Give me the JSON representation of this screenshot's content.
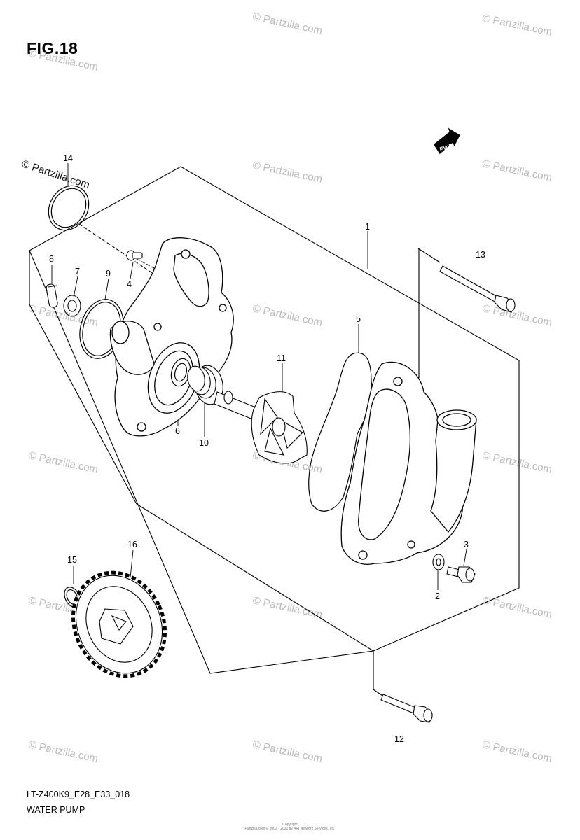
{
  "figure": {
    "title": "FIG.18"
  },
  "footer": {
    "model_code": "LT-Z400K9_E28_E33_018",
    "section_name": "WATER PUMP"
  },
  "copyright": "Copyright\nPartzilla.com © 2002 - 2021 by ARI Network Services, Inc.",
  "forward_marker": {
    "label": "FWD"
  },
  "watermark": {
    "text": "© Partzilla.com"
  },
  "callouts": [
    "1",
    "2",
    "3",
    "4",
    "5",
    "6",
    "8",
    "7",
    "9",
    "10",
    "11",
    "12",
    "13",
    "14",
    "15",
    "16"
  ]
}
